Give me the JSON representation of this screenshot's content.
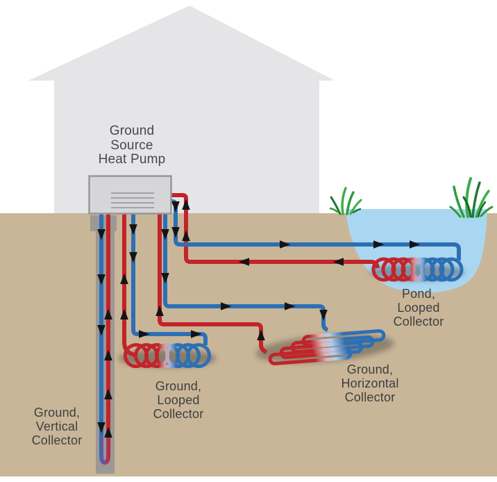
{
  "labels": {
    "heat_pump": {
      "lines": [
        "Ground",
        "Source",
        "Heat Pump"
      ]
    },
    "vertical_collector": {
      "lines": [
        "Ground,",
        "Vertical",
        "Collector"
      ]
    },
    "looped_collector": {
      "lines": [
        "Ground,",
        "Looped",
        "Collector"
      ]
    },
    "horizontal_collector": {
      "lines": [
        "Ground,",
        "Horizontal",
        "Collector"
      ]
    },
    "pond_collector": {
      "lines": [
        "Pond,",
        "Looped",
        "Collector"
      ]
    }
  },
  "colors": {
    "supply_pipe_blue": "#2D6FB5",
    "return_pipe_red": "#C2242A",
    "uturn_purple": "#8A4A8E",
    "ground_tan": "#C9B698",
    "pond_blue": "#A9D7F1",
    "house_gray": "#E5E5E7",
    "heat_pump_unit_gray": "#D6D6D8",
    "borehole_gray": "#9C9894",
    "label_text": "#3E3E40",
    "flow_arrow_black": "#141414",
    "grass_green": "#2E9C3C"
  }
}
